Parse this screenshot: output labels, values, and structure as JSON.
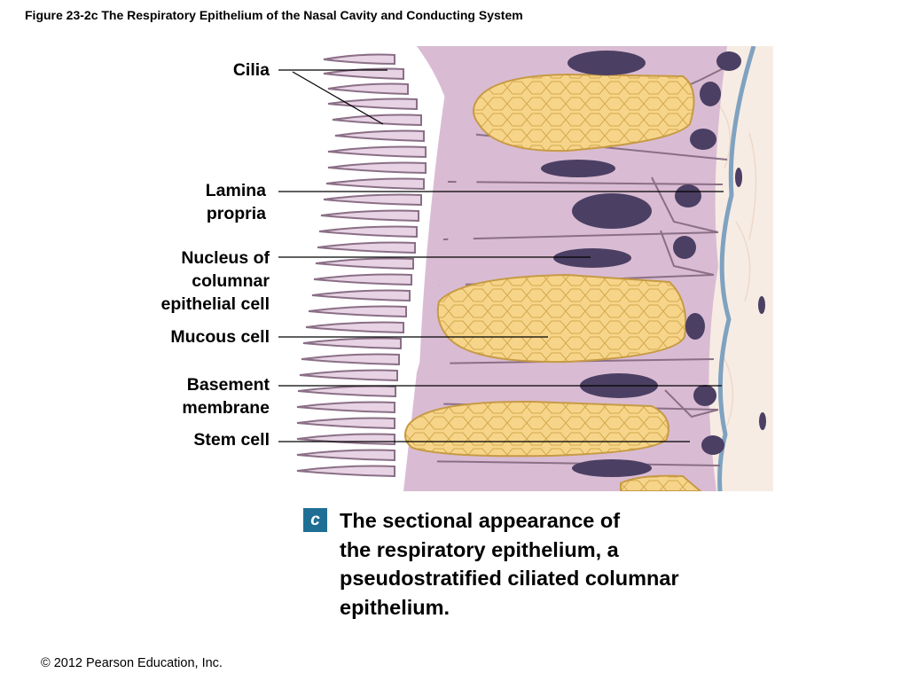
{
  "figure": {
    "title": "Figure 23-2c  The Respiratory Epithelium of the Nasal Cavity and Conducting System"
  },
  "labels": {
    "cilia": "Cilia",
    "lamina_propria": [
      "Lamina",
      "propria"
    ],
    "nucleus": [
      "Nucleus of",
      "columnar",
      "epithelial cell"
    ],
    "mucous_cell": "Mucous cell",
    "basement_membrane": [
      "Basement",
      "membrane"
    ],
    "stem_cell": "Stem cell"
  },
  "caption": {
    "badge": "c",
    "lines": [
      "The sectional appearance of",
      "the respiratory epithelium, a",
      "pseudostratified ciliated columnar",
      "epithelium."
    ]
  },
  "copyright": "© 2012 Pearson Education, Inc.",
  "colors": {
    "cell": "#d9bcd3",
    "cell_outline": "#8a6f86",
    "mucus": "#f6d58a",
    "nucleus": "#4b3f63",
    "basement": "#7fa2c0",
    "lamina": "#f7ece4",
    "badge": "#1f6f95"
  }
}
